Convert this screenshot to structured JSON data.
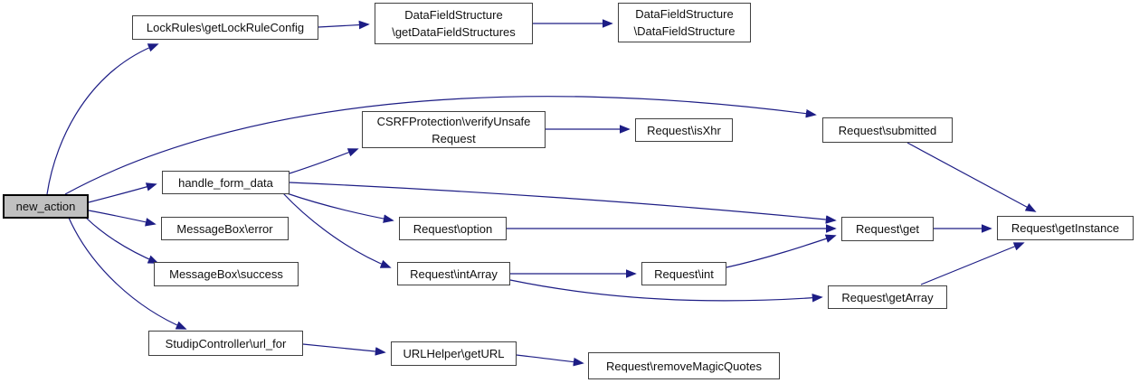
{
  "diagram": {
    "type": "call-graph",
    "colors": {
      "edge": "#1d1d85",
      "node_fill": "#ffffff",
      "node_border": "#404040",
      "highlight_fill": "#c0c0c0",
      "text": "#101010"
    },
    "nodes": [
      {
        "id": "new_action",
        "label": "new_action",
        "highlighted": true
      },
      {
        "id": "lockrules_getlockruleconfig",
        "label": "LockRules\\getLockRuleConfig"
      },
      {
        "id": "datafieldstructure_getdatafieldstructures",
        "label": "DataFieldStructure\n\\getDataFieldStructures"
      },
      {
        "id": "datafieldstructure_datafieldstructure",
        "label": "DataFieldStructure\n\\DataFieldStructure"
      },
      {
        "id": "csrfprotection_verifyunsaferequest",
        "label": "CSRFProtection\\verifyUnsafe\nRequest"
      },
      {
        "id": "request_isxhr",
        "label": "Request\\isXhr"
      },
      {
        "id": "request_submitted",
        "label": "Request\\submitted"
      },
      {
        "id": "handle_form_data",
        "label": "handle_form_data"
      },
      {
        "id": "messagebox_error",
        "label": "MessageBox\\error"
      },
      {
        "id": "messagebox_success",
        "label": "MessageBox\\success"
      },
      {
        "id": "request_option",
        "label": "Request\\option"
      },
      {
        "id": "request_intarray",
        "label": "Request\\intArray"
      },
      {
        "id": "request_int",
        "label": "Request\\int"
      },
      {
        "id": "request_get",
        "label": "Request\\get"
      },
      {
        "id": "request_getinstance",
        "label": "Request\\getInstance"
      },
      {
        "id": "request_getarray",
        "label": "Request\\getArray"
      },
      {
        "id": "studipcontroller_url_for",
        "label": "StudipController\\url_for"
      },
      {
        "id": "urlhelper_geturl",
        "label": "URLHelper\\getURL"
      },
      {
        "id": "request_removemagicquotes",
        "label": "Request\\removeMagicQuotes"
      }
    ],
    "edges": [
      {
        "from": "new_action",
        "to": "lockrules_getlockruleconfig"
      },
      {
        "from": "new_action",
        "to": "request_submitted"
      },
      {
        "from": "new_action",
        "to": "handle_form_data"
      },
      {
        "from": "new_action",
        "to": "messagebox_error"
      },
      {
        "from": "new_action",
        "to": "messagebox_success"
      },
      {
        "from": "new_action",
        "to": "studipcontroller_url_for"
      },
      {
        "from": "lockrules_getlockruleconfig",
        "to": "datafieldstructure_getdatafieldstructures"
      },
      {
        "from": "datafieldstructure_getdatafieldstructures",
        "to": "datafieldstructure_datafieldstructure"
      },
      {
        "from": "handle_form_data",
        "to": "csrfprotection_verifyunsaferequest"
      },
      {
        "from": "csrfprotection_verifyunsaferequest",
        "to": "request_isxhr"
      },
      {
        "from": "handle_form_data",
        "to": "request_get"
      },
      {
        "from": "handle_form_data",
        "to": "request_option"
      },
      {
        "from": "handle_form_data",
        "to": "request_intarray"
      },
      {
        "from": "request_option",
        "to": "request_get"
      },
      {
        "from": "request_intarray",
        "to": "request_int"
      },
      {
        "from": "request_intarray",
        "to": "request_getarray"
      },
      {
        "from": "request_int",
        "to": "request_get"
      },
      {
        "from": "request_get",
        "to": "request_getinstance"
      },
      {
        "from": "request_submitted",
        "to": "request_getinstance"
      },
      {
        "from": "request_getarray",
        "to": "request_getinstance"
      },
      {
        "from": "studipcontroller_url_for",
        "to": "urlhelper_geturl"
      },
      {
        "from": "urlhelper_geturl",
        "to": "request_removemagicquotes"
      }
    ]
  }
}
